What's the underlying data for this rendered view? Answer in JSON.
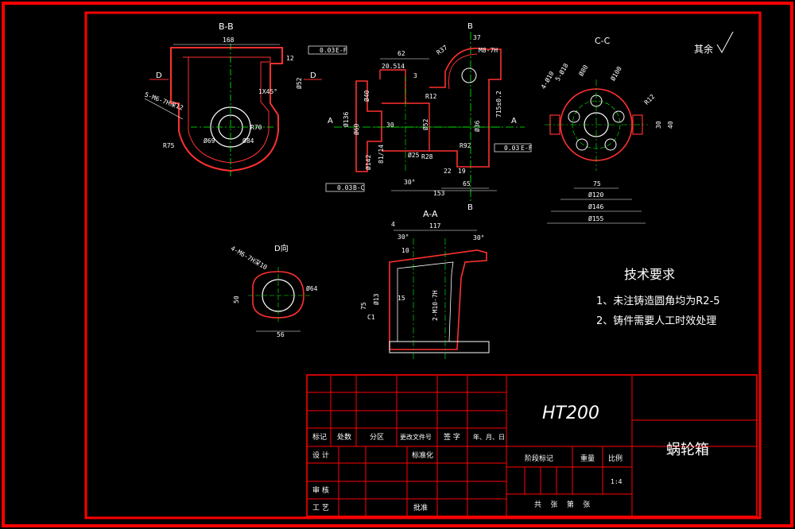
{
  "views": {
    "bb_label": "B-B",
    "cc_label": "C-C",
    "aa_label": "A-A",
    "d_label": "D向",
    "b_top": "B",
    "b_bottom": "B",
    "a_left": "A",
    "a_right": "A",
    "d_left": "D",
    "d_right": "D"
  },
  "surface_note": "其余",
  "dimensions": {
    "bb_168": "168",
    "bb_r75": "R75",
    "bb_r70": "R70",
    "bb_d69": "Ø69",
    "bb_d84": "Ø84",
    "bb_1x45": "1X45°",
    "bb_d52": "Ø52",
    "bb_12": "12",
    "bb_thread": "5-M6-7H深12",
    "main_62": "62",
    "main_37": "37",
    "main_m87h": "M8-7H",
    "main_r37": "R37",
    "main_20514": "20.514",
    "main_3": "3",
    "main_d40": "Ø40",
    "main_d60": "Ø60",
    "main_d136": "Ø136",
    "main_d142": "Ø142",
    "main_30": "30",
    "main_d52b": "Ø52",
    "main_r12": "R12",
    "main_d36": "Ø36",
    "main_d25": "Ø25",
    "main_r28": "R28",
    "main_r92": "R92",
    "main_22": "22",
    "main_19": "19",
    "main_65": "65",
    "main_153": "153",
    "main_30deg": "30°",
    "main_7152": "715±0.2",
    "main_8114": "81/14",
    "cc_4d10": "4-Ø10",
    "cc_5d18": "5-Ø18",
    "cc_d80": "Ø80",
    "cc_d100": "Ø100",
    "cc_r12": "R12",
    "cc_30": "30",
    "cc_40": "40",
    "cc_75": "75",
    "cc_d120": "Ø120",
    "cc_d146": "Ø146",
    "cc_d155": "Ø155",
    "aa_4": "4",
    "aa_117": "117",
    "aa_30a": "30°",
    "aa_30b": "30°",
    "aa_10": "10",
    "aa_75": "75",
    "aa_d13": "Ø13",
    "aa_15": "15",
    "aa_c1": "C1",
    "aa_thread": "2-M10-7H",
    "d_thread": "4-M6-7H深10",
    "d_d64": "Ø64",
    "d_50": "50",
    "d_56": "56"
  },
  "tolerances": {
    "t1": "0.03",
    "t1_ref": "E-F",
    "t2": "0.03",
    "t2_ref": "E-F",
    "t3": "0.03",
    "t3_ref": "B-C"
  },
  "tech_requirements": {
    "title": "技术要求",
    "item1": "1、未注铸造圆角均为R2-5",
    "item2": "2、铸件需要人工时效处理"
  },
  "title_block": {
    "material": "HT200",
    "part_name": "蜗轮箱",
    "col_biaoji": "标记",
    "col_chushu": "处数",
    "col_fenqu": "分区",
    "col_wenjian": "更改文件号",
    "col_qianzi": "签 字",
    "col_date": "年、月、日",
    "row_sheji": "设 计",
    "row_biaozhunhua": "标准化",
    "row_shenhe": "审 核",
    "row_gongyi": "工 艺",
    "row_pizhun": "批准",
    "stage_label": "阶段标记",
    "weight_label": "重量",
    "scale_label": "比例",
    "scale_value": "1:4",
    "sheets": "共    张    第    张"
  },
  "colors": {
    "frame": "#ff0000",
    "outline": "#ff3030",
    "centerline": "#00ff00",
    "white": "#ffffff"
  }
}
